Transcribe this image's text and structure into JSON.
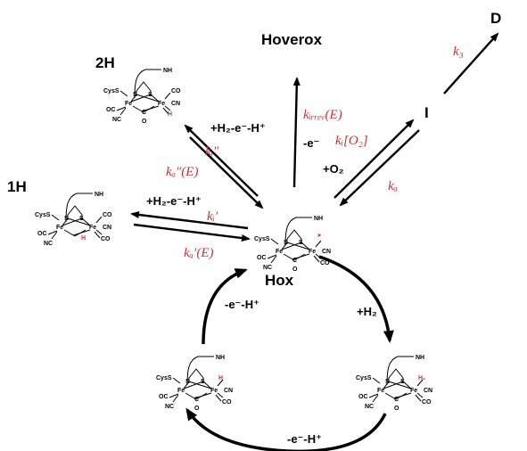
{
  "colors": {
    "ink": "#000000",
    "rate_red": "#d03030"
  },
  "labels": {
    "hoverox": "Hoverox",
    "d": "D",
    "i": "I",
    "two_h": "2H",
    "one_h": "1H",
    "hox": "Hox"
  },
  "steps": {
    "h2_e_h_upper": "+H₂-e⁻-H⁺",
    "h2_e_h_lower": "+H₂-e⁻-H⁺",
    "minus_e": "-e⁻",
    "plus_o2": "+O₂",
    "plus_h2": "+H₂",
    "e_h_left": "-e⁻-H⁺",
    "e_h_bottom": "-e⁻-H⁺"
  },
  "rates": {
    "k3": "k₃",
    "k_irrev": "kᵢᵣᵣₑᵥ(E)",
    "ki_o2": "kᵢ[O₂]",
    "ka": "kₐ",
    "ki_dprime": "kᵢ″",
    "ka_dprime": "kₐ″(E)",
    "ki_prime": "kᵢ′",
    "ka_prime": "kₐ′(E)"
  },
  "atoms": {
    "nh": "NH",
    "s": "S",
    "cyss": "CysS",
    "fe": "Fe",
    "oc": "OC",
    "nc": "NC",
    "c": "C",
    "o": "O",
    "co": "CO",
    "cn": "CN",
    "h": "H",
    "h2": "H₂",
    "star": "*"
  }
}
